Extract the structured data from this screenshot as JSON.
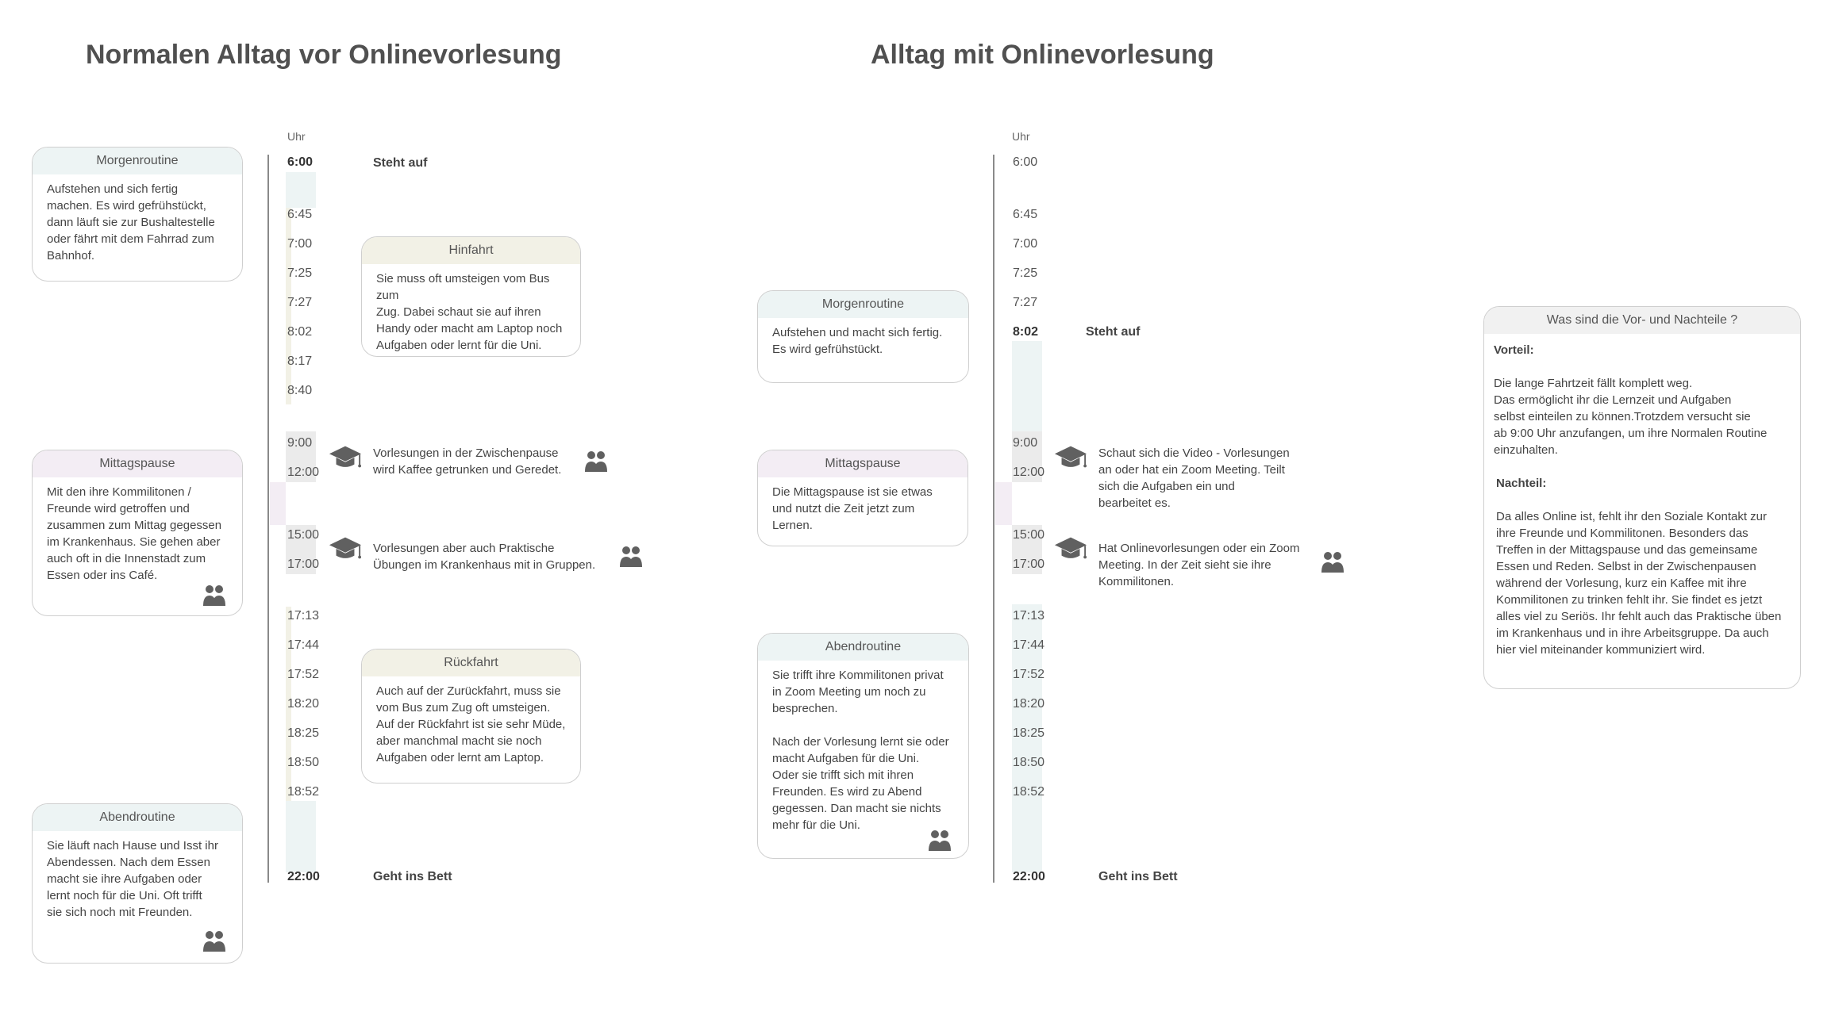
{
  "left": {
    "title": "Normalen Alltag vor Onlinevorlesung",
    "uhr": "Uhr",
    "times": [
      "6:00",
      "6:45",
      "7:00",
      "7:25",
      "7:27",
      "8:02",
      "8:17",
      "8:40",
      "9:00",
      "12:00",
      "15:00",
      "17:00",
      "17:13",
      "17:44",
      "17:52",
      "18:20",
      "18:25",
      "18:50",
      "18:52",
      "22:00"
    ],
    "events": {
      "start": "Steht auf",
      "end": "Geht ins Bett"
    },
    "lectures": [
      "Vorlesungen in der Zwischenpause\nwird Kaffee getrunken und Geredet.",
      "Vorlesungen aber auch Praktische\nÜbungen im Krankenhaus mit in Gruppen."
    ],
    "cards": {
      "morgen": {
        "title": "Morgenroutine",
        "text": "Aufstehen und sich fertig\nmachen. Es wird gefrühstückt,\ndann läuft sie zur Bushaltestelle\noder fährt mit dem Fahrrad zum\nBahnhof."
      },
      "mittag": {
        "title": "Mittagspause",
        "text": "Mit den ihre Kommilitonen /\nFreunde wird getroffen und\nzusammen zum Mittag gegessen\nim Krankenhaus. Sie gehen aber\nauch oft in die Innenstadt zum\nEssen oder ins Café."
      },
      "abend": {
        "title": "Abendroutine",
        "text": "Sie läuft nach Hause und Isst ihr\nAbendessen. Nach dem Essen\nmacht sie ihre Aufgaben oder\nlernt noch für die Uni. Oft trifft\nsie sich noch mit Freunden."
      },
      "hinfahrt": {
        "title": "Hinfahrt",
        "text": "Sie muss oft umsteigen vom Bus zum\nZug. Dabei schaut sie auf ihren\nHandy oder macht am Laptop noch\nAufgaben oder lernt für die Uni."
      },
      "rueckfahrt": {
        "title": "Rückfahrt",
        "text": "Auch auf der Zurückfahrt, muss sie\nvom Bus zum Zug oft umsteigen.\nAuf der Rückfahrt ist sie sehr Müde,\naber manchmal macht sie noch\nAufgaben oder lernt am Laptop."
      }
    }
  },
  "right": {
    "title": "Alltag mit Onlinevorlesung",
    "uhr": "Uhr",
    "times": [
      "6:00",
      "6:45",
      "7:00",
      "7:25",
      "7:27",
      "8:02",
      "9:00",
      "12:00",
      "15:00",
      "17:00",
      "17:13",
      "17:44",
      "17:52",
      "18:20",
      "18:25",
      "18:50",
      "18:52",
      "22:00"
    ],
    "events": {
      "start": "Steht auf",
      "end": "Geht ins Bett"
    },
    "lectures": [
      "Schaut sich die Video - Vorlesungen\nan oder hat ein Zoom Meeting. Teilt\nsich die Aufgaben ein und\nbearbeitet es.",
      "Hat Onlinevorlesungen oder ein Zoom\nMeeting. In der Zeit sieht sie ihre\nKommilitonen."
    ],
    "cards": {
      "morgen": {
        "title": "Morgenroutine",
        "text": "Aufstehen und macht sich fertig.\nEs wird gefrühstückt."
      },
      "mittag": {
        "title": "Mittagspause",
        "text": "Die Mittagspause ist sie etwas\nund nutzt die Zeit jetzt zum\nLernen."
      },
      "abend": {
        "title": "Abendroutine",
        "text1": "Sie trifft ihre Kommilitonen privat\nin Zoom Meeting um noch zu\nbesprechen.",
        "text2": "Nach der Vorlesung lernt sie oder\nmacht Aufgaben für die Uni.\nOder sie trifft sich mit ihren\nFreunden. Es wird zu Abend\ngegessen. Dan macht sie nichts\nmehr für die Uni."
      }
    }
  },
  "summary": {
    "title": "Was sind die Vor- und Nachteile ?",
    "pro_label": "Vorteil:",
    "pro_text": "Die lange Fahrtzeit fällt komplett weg.\nDas ermöglicht ihr die Lernzeit und Aufgaben\nselbst einteilen zu können.Trotzdem versucht sie\nab 9:00 Uhr anzufangen, um ihre Normalen Routine\neinzuhalten.",
    "con_label": "Nachteil:",
    "con_text": "Da alles Online ist, fehlt ihr den Soziale Kontakt zur\nihre Freunde und Kommilitonen. Besonders das\nTreffen in der Mittagspause und das gemeinsame\nEssen und Reden. Selbst in der Zwischenpausen\nwährend der Vorlesung, kurz ein Kaffee mit ihre\nKommilitonen zu trinken fehlt ihr. Sie findet es jetzt\nalles viel zu Seriös. Ihr fehlt auch das Praktische üben\nim Krankenhaus und in ihre Arbeitsgruppe. Da auch\nhier viel miteinander kommuniziert wird."
  },
  "colors": {
    "blue": "#edf4f4",
    "purple": "#f3edf4",
    "beige": "#f2f1e6",
    "gray": "#ebebeb",
    "icon": "#606060"
  },
  "icons": [
    "graduation-cap-icon",
    "people-icon"
  ]
}
